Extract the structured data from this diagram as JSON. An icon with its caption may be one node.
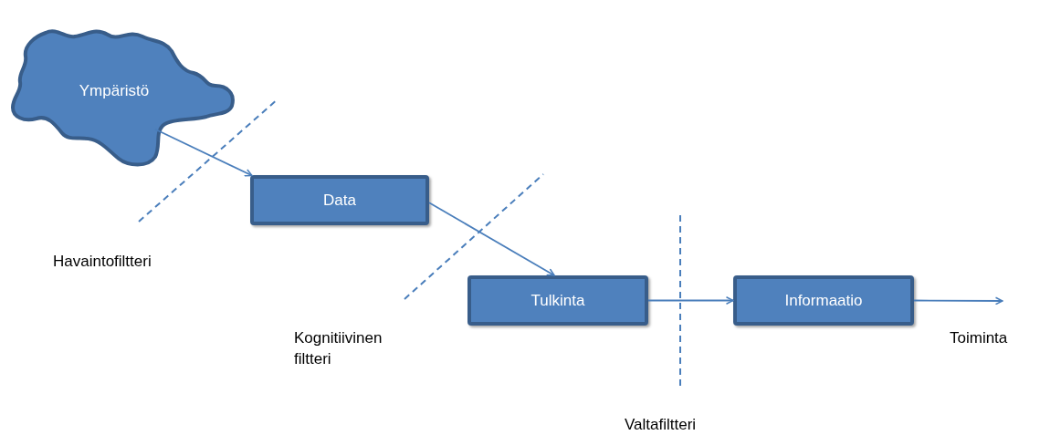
{
  "diagram": {
    "nodes": [
      {
        "text": [
          "Ympäristö"
        ]
      },
      {
        "text": [
          "Data"
        ]
      },
      {
        "text": [
          "Tulkinta"
        ]
      },
      {
        "text": [
          "Informaatio"
        ]
      }
    ],
    "edges": [
      {
        "from": 0,
        "to": 1,
        "arrow": "to"
      },
      {
        "from": 1,
        "to": 2,
        "arrow": "to"
      },
      {
        "from": 2,
        "to": 3,
        "arrow": "to"
      },
      {
        "from": 3,
        "to": null,
        "arrow": "to"
      }
    ],
    "labels": [
      "Havaintofiltteri",
      "Kognitiivinen filtteri",
      "Valtafiltteri",
      "Toiminta"
    ]
  }
}
